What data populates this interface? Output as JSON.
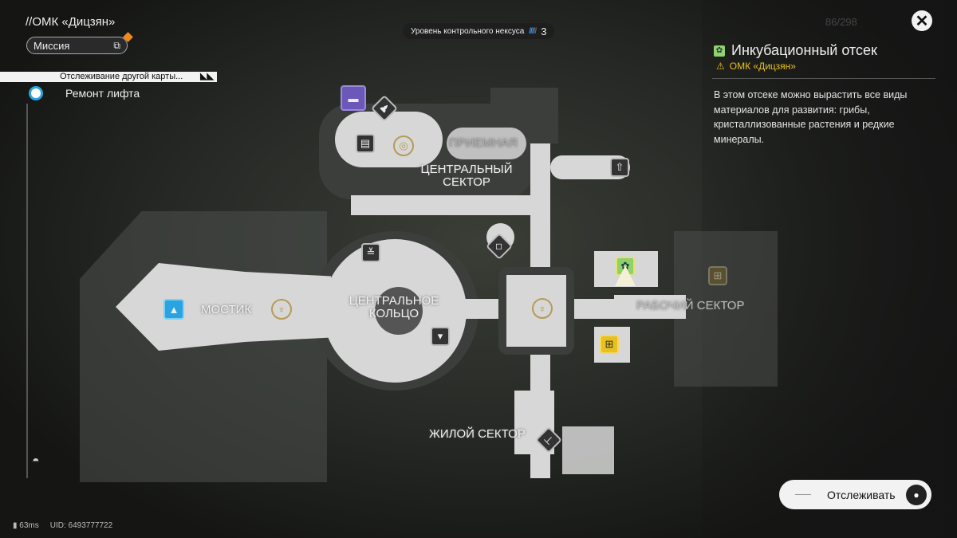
{
  "header": {
    "location": "//ОМК «Дицзян»",
    "mission_label": "Миссия",
    "nexus_label": "Уровень контрольного нексуса",
    "nexus_level": "3",
    "nexus_bars_filled": 3,
    "nexus_bars_total": 5
  },
  "tracking": {
    "banner": "Отслеживание другой карты...",
    "quest": "Ремонт лифта"
  },
  "map": {
    "labels": {
      "bridge": "МОСТИК",
      "central_ring": "ЦЕНТРАЛЬНОЕ КОЛЬЦО",
      "central_sector": "ЦЕНТРАЛЬНЫЙ СЕКТОР",
      "reception": "ПРИЕМНАЯ",
      "work_sector": "РАБОЧИЙ СЕКТОР",
      "living_sector": "ЖИЛОЙ СЕКТОР"
    }
  },
  "counter": "86/298",
  "detail": {
    "title": "Инкубационный отсек",
    "location": "ОМК «Дицзян»",
    "description": "В этом отсеке можно вырастить все виды материалов для развития: грибы, кристаллизованные растения и редкие минералы.",
    "track_button": "Отслеживать"
  },
  "footer": {
    "ping": "63ms",
    "uid": "UID: 6493777722"
  },
  "colors": {
    "accent_yellow": "#e8c020",
    "incubator_green": "#8fd16a",
    "purple": "#6b58b8",
    "blue": "#2aa4e0",
    "orange": "#f08a1c"
  }
}
